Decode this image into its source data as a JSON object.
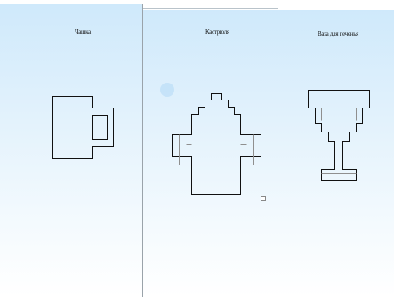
{
  "labels": {
    "cup": "Чашка",
    "pot": "Кастрюля",
    "vase": "Ваза для печенья"
  },
  "shapes": {
    "cup": "cup-outline-icon",
    "pot": "pot-outline-icon",
    "vase": "vase-outline-icon"
  }
}
